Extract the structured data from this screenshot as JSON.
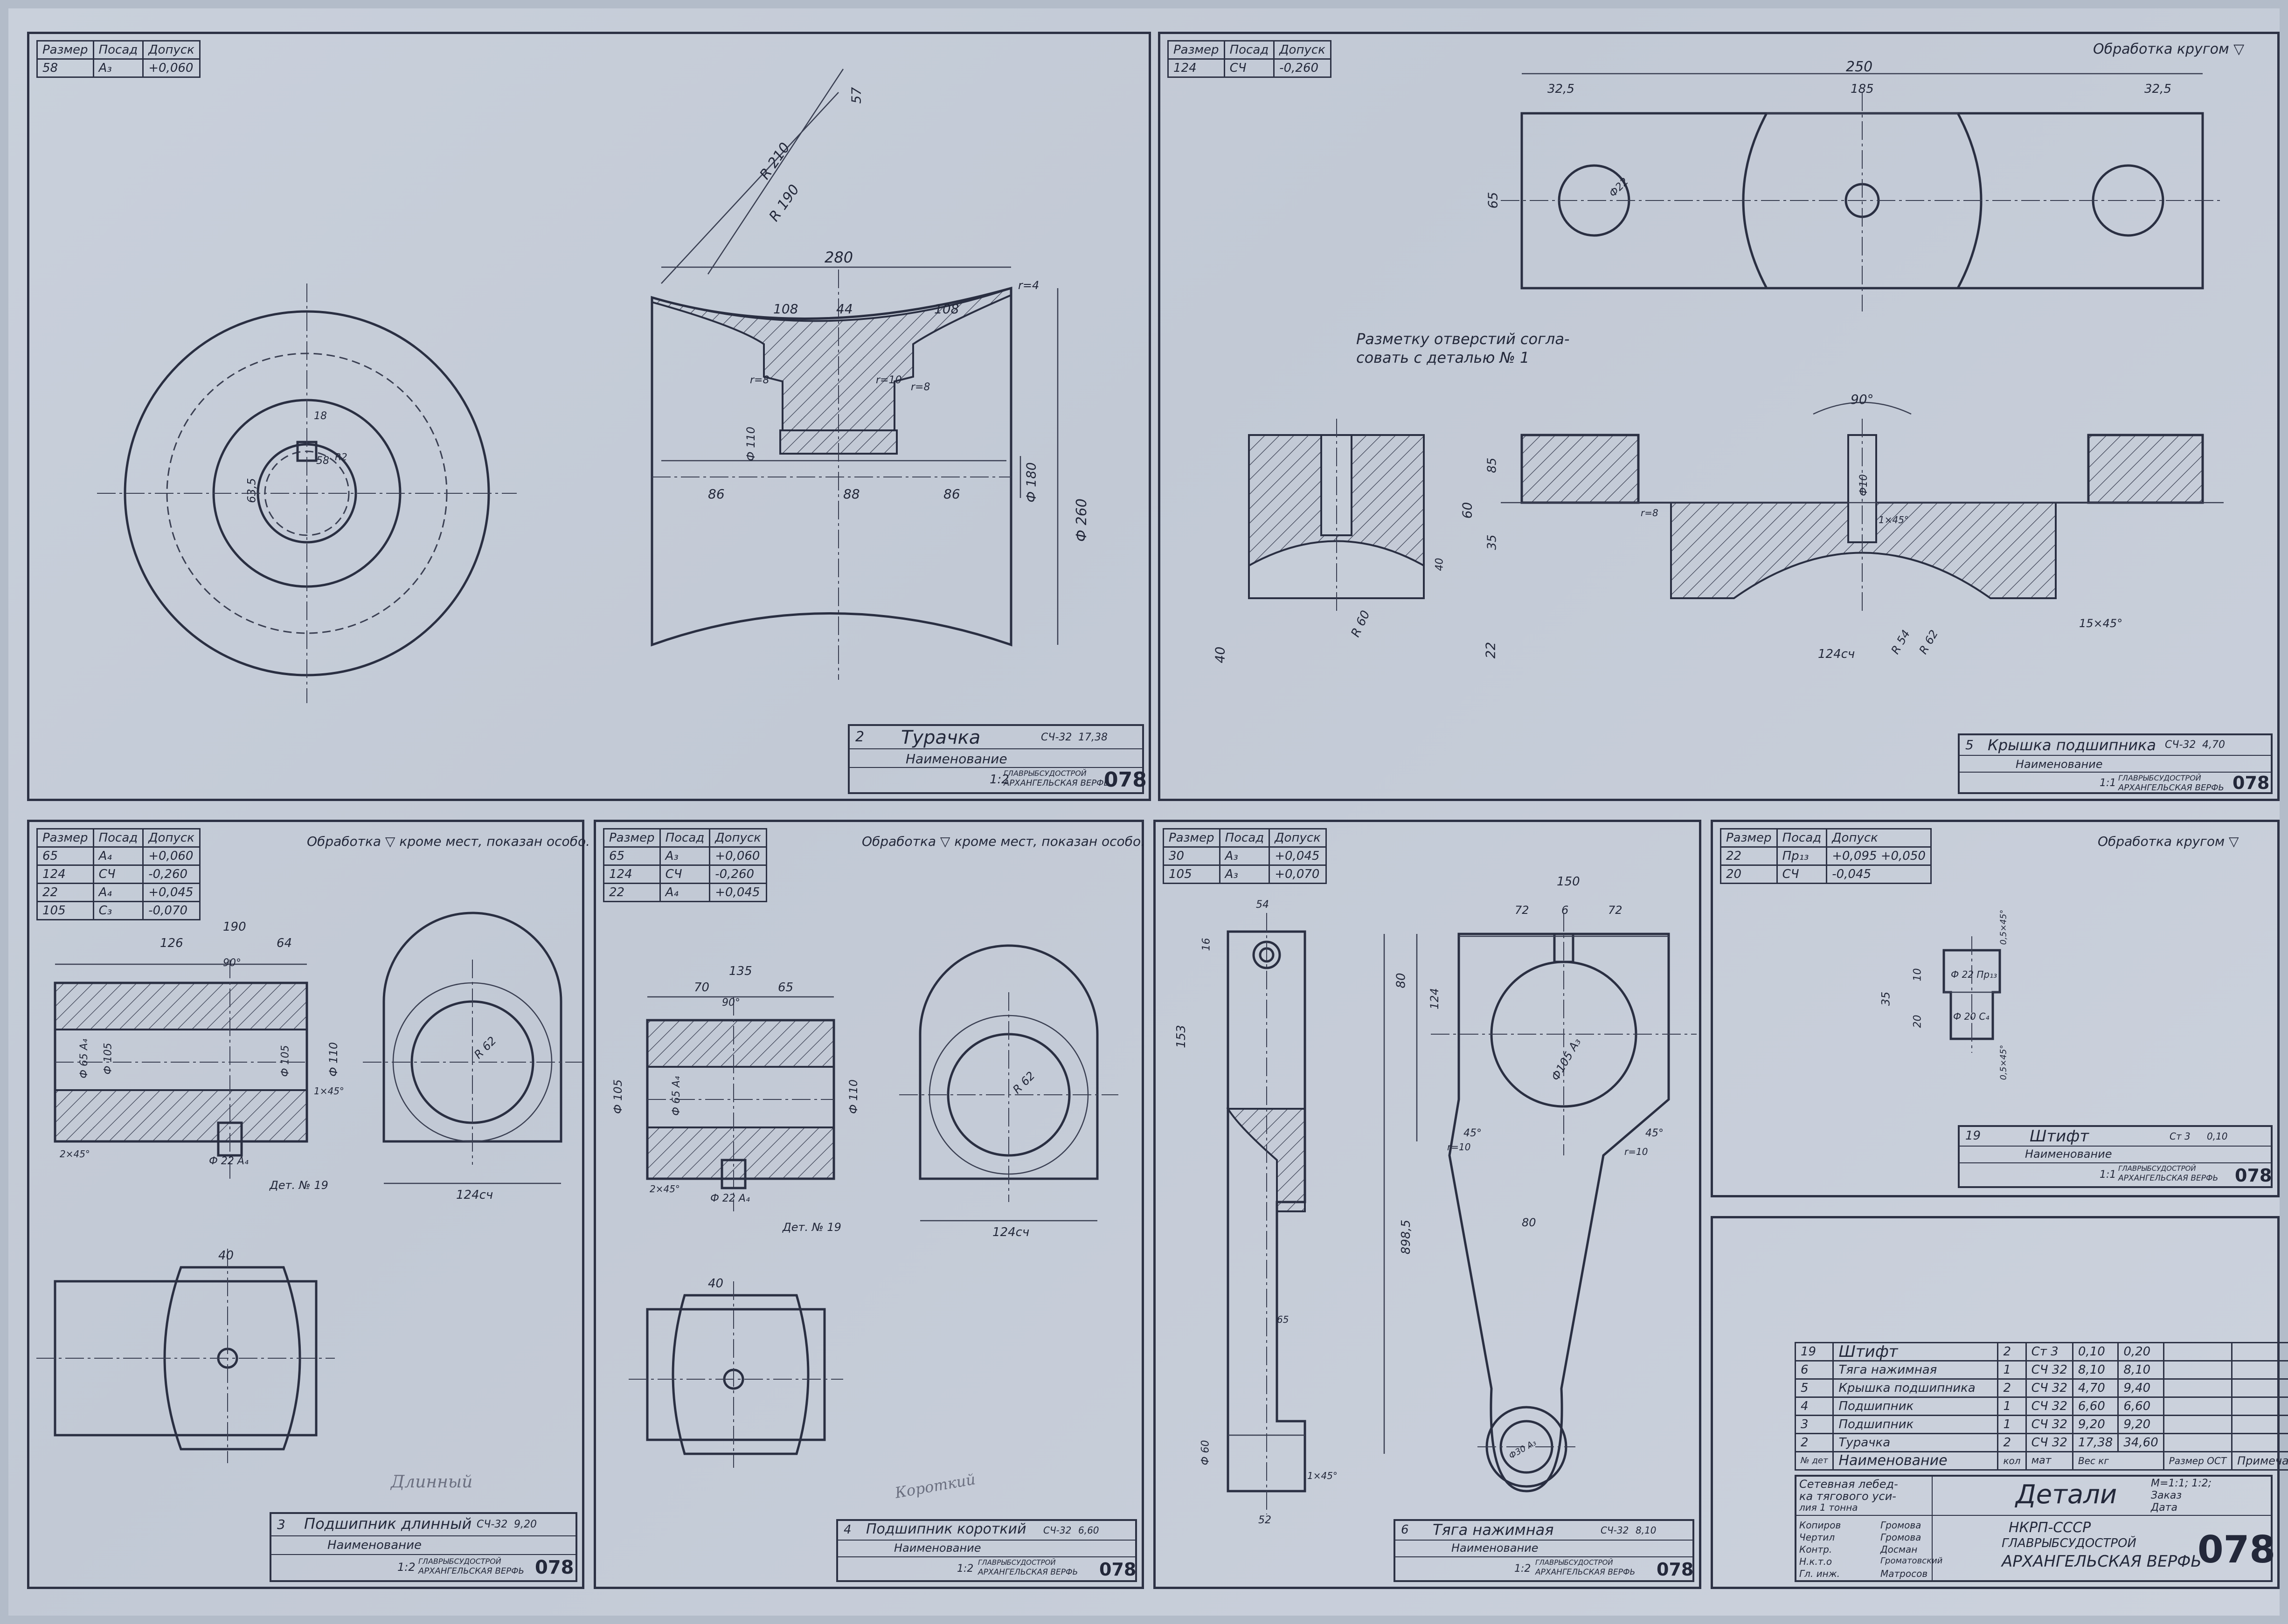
{
  "sheet_number": "078",
  "office_name": "ГЛАВРЫБСУДОСТРОЙ",
  "yard_name": "АРХАНГЕЛЬСКАЯ ВЕРФЬ",
  "col_headers": {
    "size": "Размер",
    "fit": "Посад",
    "tolerance": "Допуск"
  },
  "labels": {
    "name": "Наименование",
    "mat": "мат",
    "weight": "Вес кг",
    "note": "Примеч",
    "det": "№ дет",
    "count": "кол",
    "scale": "М"
  },
  "panels": {
    "p2": {
      "tol_rows": [
        [
          "58",
          "А₃",
          "+0,060"
        ]
      ],
      "title_num": "2",
      "title": "Турачка",
      "material": "СЧ-32",
      "weight": "17,38",
      "scale": "1:2",
      "dims": [
        "R 210",
        "R 190",
        "57",
        "280",
        "108",
        "44",
        "108",
        "r=4",
        "r=8",
        "r=10",
        "r=8",
        "Ф 110",
        "86",
        "88",
        "86",
        "Ф 180",
        "Ф 260",
        "18",
        "R2",
        "58",
        "63,5"
      ]
    },
    "p5": {
      "tol_rows": [
        [
          "124",
          "СЧ",
          "-0,260"
        ]
      ],
      "note": "Обработка кругом ▽",
      "marking_note_l1": "Разметку отверстий согла-",
      "marking_note_l2": "совать с деталью № 1",
      "title_num": "5",
      "title": "Крышка подшипника",
      "material": "СЧ-32",
      "weight": "4,70",
      "scale": "1:1",
      "dims": [
        "250",
        "32,5",
        "185",
        "32,5",
        "65",
        "Ф22",
        "90°",
        "Ф10",
        "85",
        "60",
        "35",
        "40",
        "22",
        "40",
        "R 60",
        "124сч",
        "R 54",
        "R 62",
        "15×45°",
        "r=8",
        "1×45°"
      ]
    },
    "p3": {
      "tol_rows": [
        [
          "65",
          "А₄",
          "+0,060"
        ],
        [
          "124",
          "СЧ",
          "-0,260"
        ],
        [
          "22",
          "А₄",
          "+0,045"
        ],
        [
          "105",
          "С₃",
          "-0,070"
        ]
      ],
      "note": "Обработка ▽ кроме мест, показан особо.",
      "detail_ref": "Дет. № 19",
      "handwritten": "Длинный",
      "title_num": "3",
      "title": "Подшипник длинный",
      "material": "СЧ-32",
      "weight": "9,20",
      "scale": "1:2",
      "dims": [
        "190",
        "126",
        "64",
        "90°",
        "Ф 65 А₄",
        "Ф 105",
        "Ф 110",
        "Ф 105",
        "R 62",
        "124сч",
        "40",
        "Ф 22 А₄",
        "1×45°",
        "2×45°"
      ]
    },
    "p4": {
      "tol_rows": [
        [
          "65",
          "А₃",
          "+0,060"
        ],
        [
          "124",
          "СЧ",
          "-0,260"
        ],
        [
          "22",
          "А₄",
          "+0,045"
        ]
      ],
      "note": "Обработка ▽ кроме мест, показан особо.",
      "detail_ref": "Дет. № 19",
      "handwritten": "Короткий",
      "title_num": "4",
      "title": "Подшипник короткий",
      "material": "СЧ-32",
      "weight": "6,60",
      "scale": "1:2",
      "dims": [
        "135",
        "70",
        "65",
        "90°",
        "Ф 65 А₄",
        "Ф 105",
        "Ф 110",
        "R 62",
        "124сч",
        "40",
        "Ф 22 А₄",
        "2×45°"
      ]
    },
    "p6": {
      "tol_rows": [
        [
          "30",
          "А₃",
          "+0,045"
        ],
        [
          "105",
          "А₃",
          "+0,070"
        ]
      ],
      "title_num": "6",
      "title": "Тяга нажимная",
      "material": "СЧ-32",
      "weight": "8,10",
      "scale": "1:2",
      "dims": [
        "150",
        "72",
        "6",
        "72",
        "54",
        "16",
        "153",
        "80",
        "124",
        "Ф105 А₃",
        "45°",
        "45°",
        "r=10",
        "r=10",
        "898,5",
        "80",
        "65",
        "Ф30 А₃",
        "Ф 60",
        "1×45°",
        "52"
      ]
    },
    "p19": {
      "tol_rows": [
        [
          "22",
          "Пр₁₃",
          "+0,095 +0,050"
        ],
        [
          "20",
          "СЧ",
          "-0,045"
        ]
      ],
      "note": "Обработка кругом ▽",
      "title_num": "19",
      "title": "Штифт",
      "material": "Ст 3",
      "weight": "0,10",
      "scale": "1:1",
      "dims": [
        "Ф 22 Пр₁₃",
        "Ф 20 С₄",
        "35",
        "10",
        "20",
        "0,5×45°",
        "0,5×45°"
      ]
    }
  },
  "bom": {
    "rows": [
      {
        "num": "19",
        "name": "Штифт",
        "qty": "2",
        "mat": "Ст 3",
        "w1": "0,10",
        "w2": "0,20"
      },
      {
        "num": "6",
        "name": "Тяга нажимная",
        "qty": "1",
        "mat": "СЧ 32",
        "w1": "8,10",
        "w2": "8,10"
      },
      {
        "num": "5",
        "name": "Крышка подшипника",
        "qty": "2",
        "mat": "СЧ 32",
        "w1": "4,70",
        "w2": "9,40"
      },
      {
        "num": "4",
        "name": "Подшипник",
        "qty": "1",
        "mat": "СЧ 32",
        "w1": "6,60",
        "w2": "6,60"
      },
      {
        "num": "3",
        "name": "Подшипник",
        "qty": "1",
        "mat": "СЧ 32",
        "w1": "9,20",
        "w2": "9,20"
      },
      {
        "num": "2",
        "name": "Турачка",
        "qty": "2",
        "mat": "СЧ 32",
        "w1": "17,38",
        "w2": "34,60"
      }
    ],
    "header": {
      "det": "№ дет",
      "name": "Наименование",
      "count": "кол",
      "mat": "мат",
      "weight": "Вес кг",
      "size": "Размер ОСТ",
      "note": "Примечан."
    }
  },
  "main_stamp": {
    "project_l1": "Сетевная лебед-",
    "project_l2": "ка тягового уси-",
    "project_l3": "лия 1 тонна",
    "title": "Детали",
    "scale": "М=1:1; 1:2;",
    "order": "Заказ",
    "date": "Дата",
    "ministry": "НКРП-СССР",
    "office": "ГЛАВРЫБСУДОСТРОЙ",
    "yard": "АРХАНГЕЛЬСКАЯ ВЕРФЬ",
    "number": "078",
    "roles": [
      {
        "role": "Копиров",
        "name": "Громова"
      },
      {
        "role": "Чертил",
        "name": "Громова"
      },
      {
        "role": "Контр.",
        "name": "Досман"
      },
      {
        "role": "Н.к.т.о",
        "name": "Громатовский"
      },
      {
        "role": "Гл. инж.",
        "name": "Матросов"
      }
    ]
  }
}
